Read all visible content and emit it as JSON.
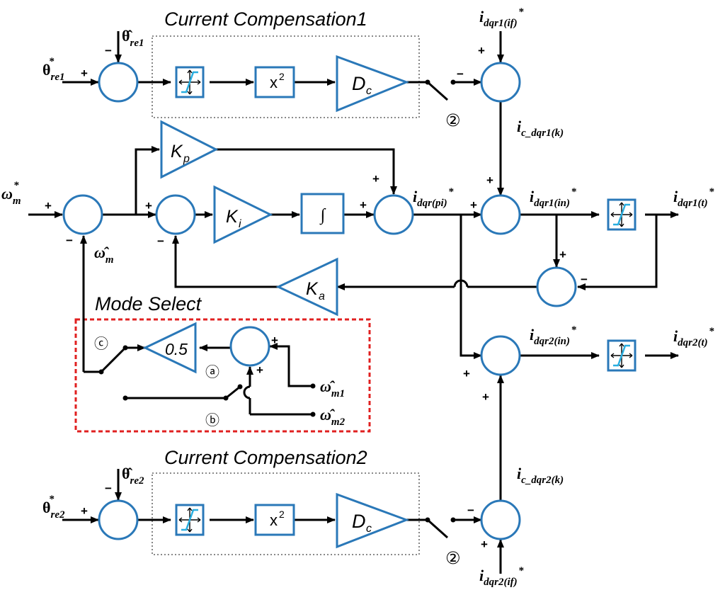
{
  "titles": {
    "comp1": "Current Compensation1",
    "comp2": "Current Compensation2",
    "mode": "Mode Select"
  },
  "blocks": {
    "square": "x",
    "square_exp": "2",
    "dc": "D",
    "dc_sub": "c",
    "kp": "K",
    "kp_sub": "p",
    "ki": "K",
    "ki_sub": "i",
    "ka": "K",
    "ka_sub": "a",
    "half": "0.5",
    "integrator": "∫"
  },
  "signals": {
    "theta_ref1": {
      "base": "θ",
      "sub": "re1",
      "sup": "*"
    },
    "theta_hat1": {
      "base": "θ̂",
      "sub": "re1"
    },
    "theta_ref2": {
      "base": "θ",
      "sub": "re2",
      "sup": "*"
    },
    "theta_hat2": {
      "base": "θ̂",
      "sub": "re2"
    },
    "omega_ref": {
      "base": "ω",
      "sub": "m",
      "sup": "*"
    },
    "omega_hat": {
      "base": "ω̂",
      "sub": "m"
    },
    "omega_hat_m1": {
      "base": "ω̂",
      "sub": "m1"
    },
    "omega_hat_m2": {
      "base": "ω̂",
      "sub": "m2"
    },
    "i_dqr1_if": {
      "base": "i",
      "sub": "dqr1(if)",
      "sup": "*"
    },
    "i_dqr2_if": {
      "base": "i",
      "sub": "dqr2(if)",
      "sup": "*"
    },
    "i_c_dqr1": {
      "base": "i",
      "sub": "c_dqr1(k)"
    },
    "i_c_dqr2": {
      "base": "i",
      "sub": "c_dqr2(k)"
    },
    "i_dqr_pi": {
      "base": "i",
      "sub": "dqr(pi)",
      "sup": "*"
    },
    "i_dqr1_in": {
      "base": "i",
      "sub": "dqr1(in)",
      "sup": "*"
    },
    "i_dqr2_in": {
      "base": "i",
      "sub": "dqr2(in)",
      "sup": "*"
    },
    "i_dqr1_t": {
      "base": "i",
      "sub": "dqr1(t)",
      "sup": "*"
    },
    "i_dqr2_t": {
      "base": "i",
      "sub": "dqr2(t)",
      "sup": "*"
    }
  },
  "markers": {
    "two": "②",
    "a": "ⓐ",
    "b": "ⓑ",
    "c": "ⓒ"
  },
  "signs": {
    "plus": "+",
    "minus": "−"
  },
  "colors": {
    "block_stroke": "#2a78b8",
    "saturation_line": "#29aee0",
    "mode_box": "#e02020",
    "wire": "#000000"
  }
}
